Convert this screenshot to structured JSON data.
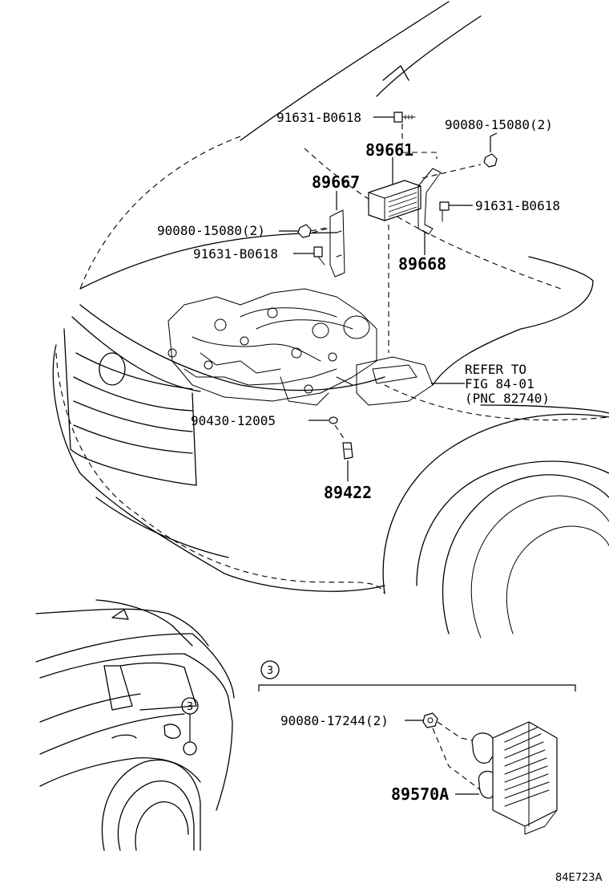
{
  "diagram": {
    "labels": {
      "bolt_top": "91631-B0618",
      "nut_upper_right": "90080-15080(2)",
      "ecu": "89661",
      "bracket_left": "89667",
      "bolt_right": "91631-B0618",
      "nut_left": "90080-15080(2)",
      "bolt_left": "91631-B0618",
      "bracket_right": "89668",
      "refer_line1": "REFER TO",
      "refer_line2": "FIG 84-01",
      "refer_line3": "(PNC 82740)",
      "clip": "90430-12005",
      "sensor": "89422",
      "nut_detail": "90080-17244(2)",
      "module_detail": "89570A",
      "callout_detail": "3",
      "callout_vehicle": "3",
      "figure_code": "84E723A"
    }
  }
}
